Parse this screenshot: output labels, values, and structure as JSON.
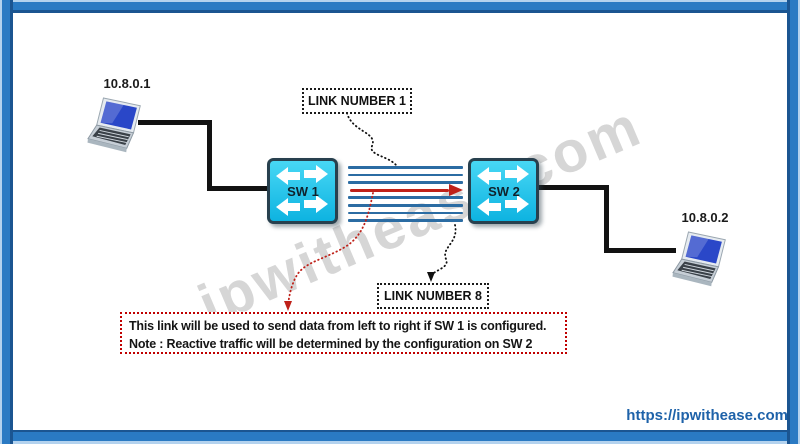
{
  "watermark": "ipwithease.com",
  "footer": {
    "url": "https://ipwithease.com"
  },
  "hosts": {
    "left_ip": "10.8.0.1",
    "right_ip": "10.8.0.2"
  },
  "switches": {
    "sw1": "SW 1",
    "sw2": "SW 2"
  },
  "callouts": {
    "link1": "LINK NUMBER 1",
    "link8": "LINK NUMBER 8"
  },
  "note": {
    "line1": "This link will be used to send data from left to right if SW 1 is configured.",
    "line2": "Note :  Reactive traffic will be determined by the configuration on SW 2"
  },
  "links": {
    "count": 8,
    "active_link_index": 4,
    "active_direction": "left-to-right"
  },
  "colors": {
    "frame_blue": "#2a7ac3",
    "frame_inner_navy": "#1b5591",
    "link_blue": "#2b6ca3",
    "active_link_red": "#bf2119",
    "switch_cyan": "#1fc3ec",
    "note_border_red": "#c00000",
    "url_blue": "#1e62a9",
    "cable_black": "#121212"
  }
}
